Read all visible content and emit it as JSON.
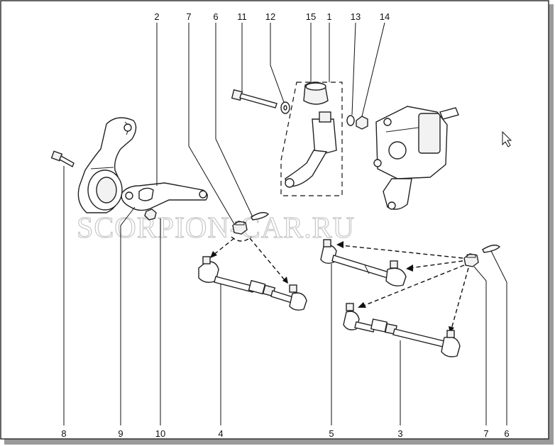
{
  "watermark": "SCORPION-CAR.RU",
  "top_labels": [
    {
      "id": "2",
      "text": "2"
    },
    {
      "id": "7",
      "text": "7"
    },
    {
      "id": "6",
      "text": "6"
    },
    {
      "id": "11",
      "text": "11"
    },
    {
      "id": "12",
      "text": "12"
    },
    {
      "id": "15",
      "text": "15"
    },
    {
      "id": "1",
      "text": "1"
    },
    {
      "id": "13",
      "text": "13"
    },
    {
      "id": "14",
      "text": "14"
    }
  ],
  "bottom_labels": [
    {
      "id": "8",
      "text": "8"
    },
    {
      "id": "9",
      "text": "9"
    },
    {
      "id": "10",
      "text": "10"
    },
    {
      "id": "4",
      "text": "4"
    },
    {
      "id": "5",
      "text": "5"
    },
    {
      "id": "3",
      "text": "3"
    },
    {
      "id": "7b",
      "text": "7"
    },
    {
      "id": "6b",
      "text": "6"
    }
  ]
}
